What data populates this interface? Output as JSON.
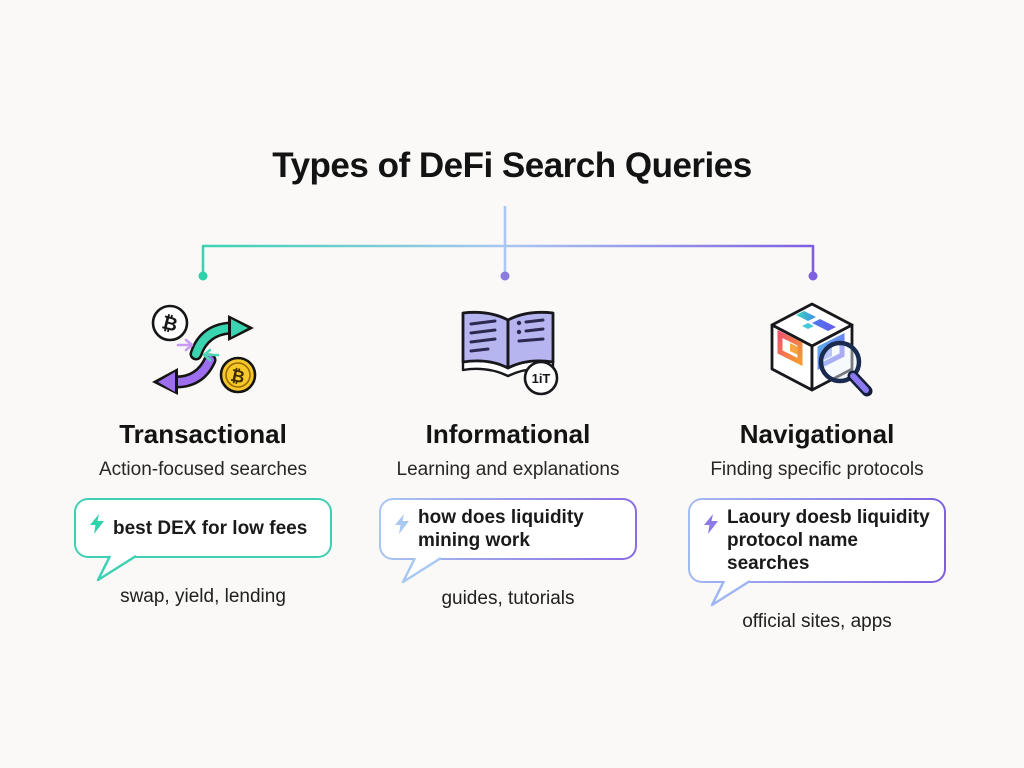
{
  "title": "Types of DeFi Search Queries",
  "connector": {
    "gradient": [
      "#3bd3b1",
      "#a9c6f2",
      "#7e5fe0"
    ],
    "stem_color": "#abc8f4",
    "dot_colors": [
      "#2fd0aa",
      "#8b7ae0",
      "#7d5fe0"
    ]
  },
  "columns": [
    {
      "heading": "Transactional",
      "subtitle": "Action-focused searches",
      "query": "best DEX for low fees",
      "keywords": "swap, yield, lending",
      "accent": "#3ed0b4",
      "icon": "crypto-swap-icon"
    },
    {
      "heading": "Informational",
      "subtitle": "Learning and explanations",
      "query": "how does liquidity mining work",
      "keywords": "guides, tutorials",
      "accent": "#a9c8f2",
      "icon": "open-book-icon"
    },
    {
      "heading": "Navigational",
      "subtitle": "Finding specific protocols",
      "query": "Laoury doesb liquidity protocol name searches",
      "keywords": "official sites, apps",
      "accent": "#8b74e8",
      "icon": "cube-search-icon"
    }
  ],
  "icon_symbols": {
    "bitcoin": "₿",
    "book_badge": "1iT"
  }
}
